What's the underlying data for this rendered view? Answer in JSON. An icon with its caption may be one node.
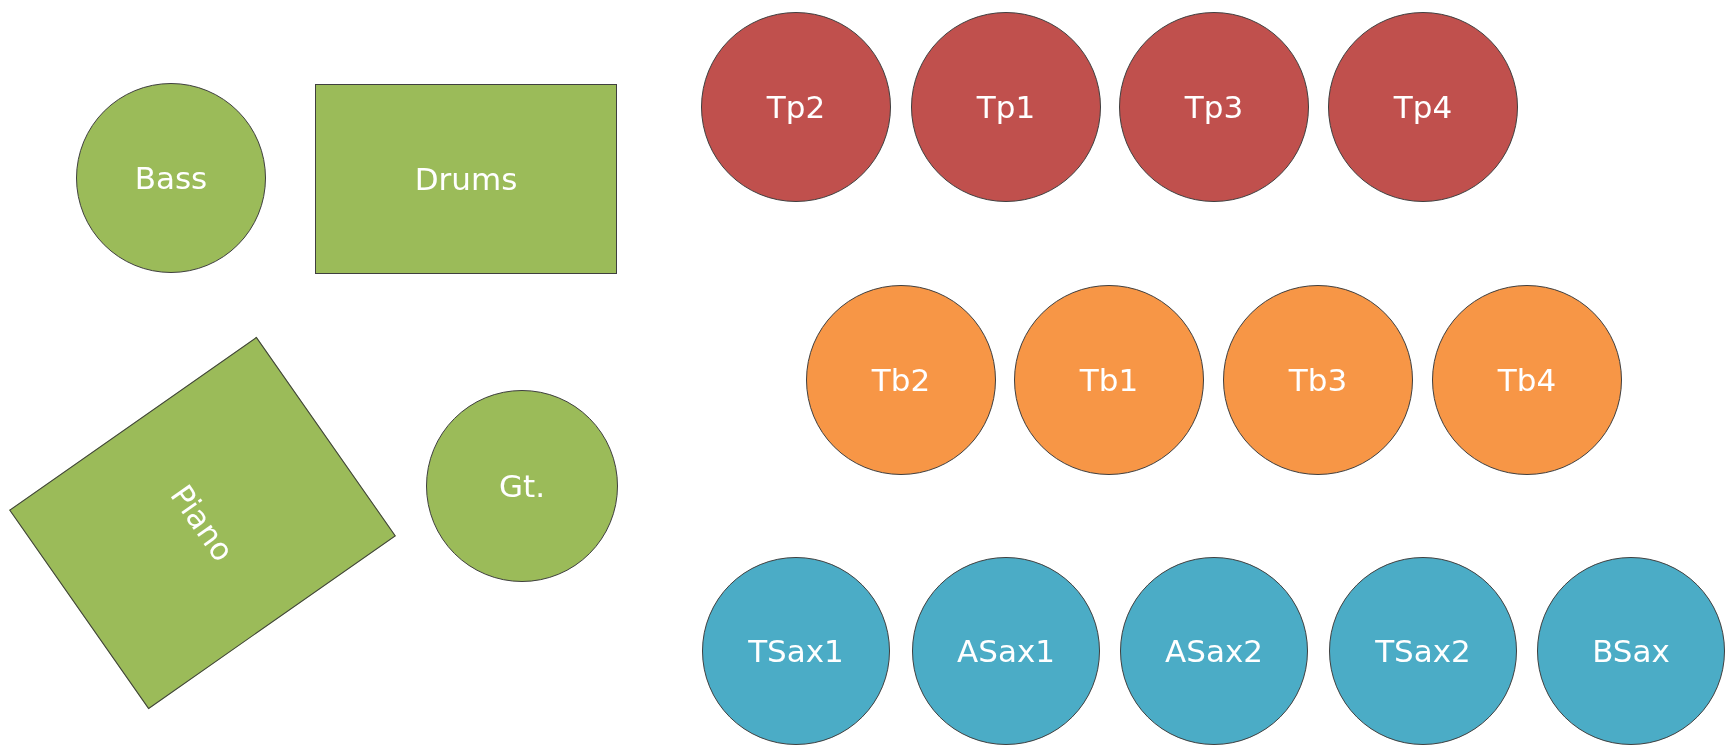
{
  "diagram": {
    "nodes": [
      {
        "text": [
          "Bass"
        ]
      },
      {
        "text": [
          "Drums"
        ]
      },
      {
        "text": [
          "Piano"
        ]
      },
      {
        "text": [
          "Gt."
        ]
      },
      {
        "text": [
          "Tp2"
        ]
      },
      {
        "text": [
          "Tp1"
        ]
      },
      {
        "text": [
          "Tp3"
        ]
      },
      {
        "text": [
          "Tp4"
        ]
      },
      {
        "text": [
          "Tb2"
        ]
      },
      {
        "text": [
          "Tb1"
        ]
      },
      {
        "text": [
          "Tb3"
        ]
      },
      {
        "text": [
          "Tb4"
        ]
      },
      {
        "text": [
          "TSax1"
        ]
      },
      {
        "text": [
          "ASax1"
        ]
      },
      {
        "text": [
          "ASax2"
        ]
      },
      {
        "text": [
          "TSax2"
        ]
      },
      {
        "text": [
          "BSax"
        ]
      }
    ]
  }
}
